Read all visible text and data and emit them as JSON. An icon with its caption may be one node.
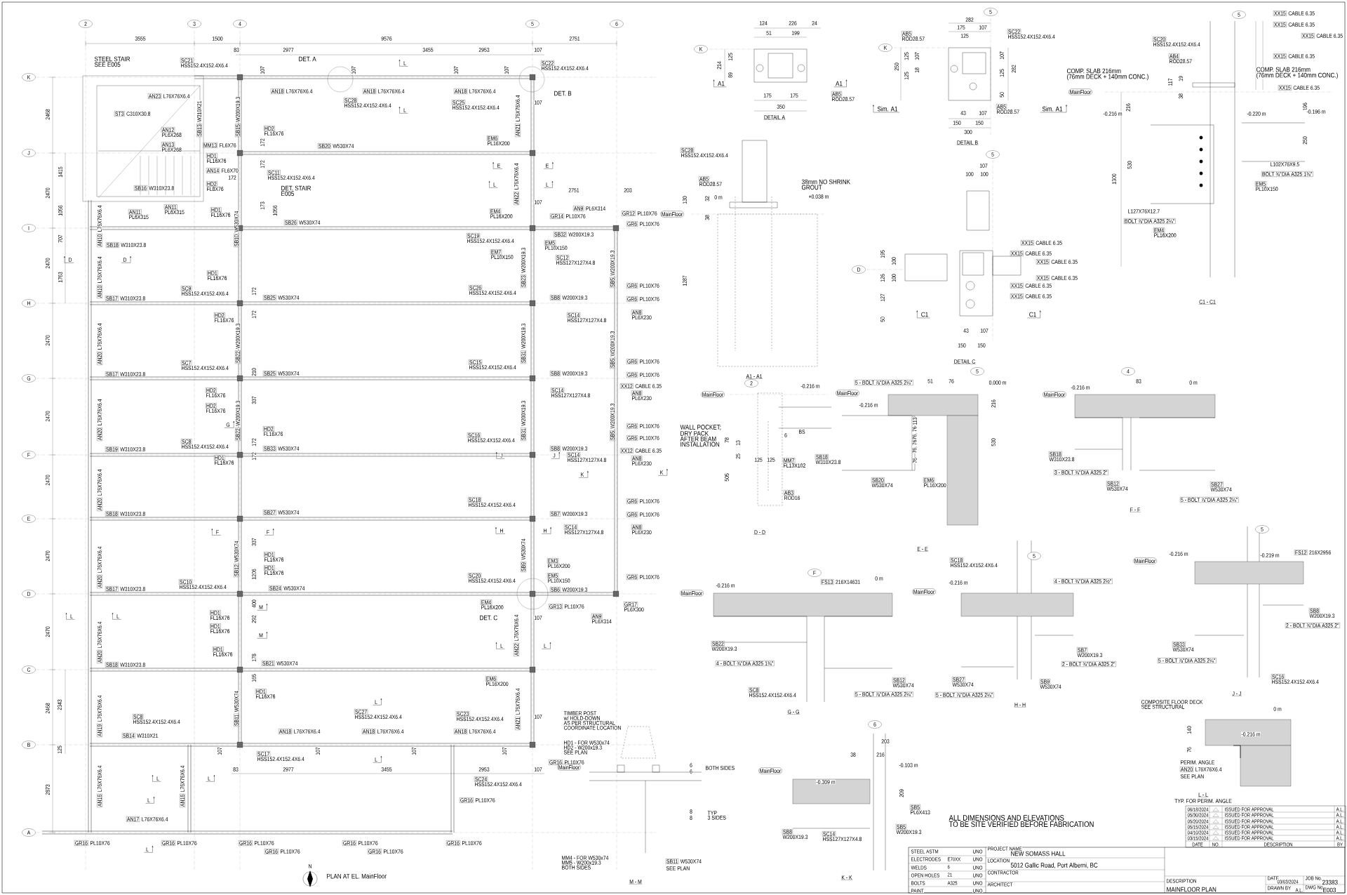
{
  "diagram": {
    "labels": [
      "2",
      "3",
      "4",
      "5",
      "6",
      "3555",
      "1500",
      "9576",
      "2751",
      "83",
      "2977",
      "3455",
      "2953",
      "107",
      "STEEL STAIR",
      "SEE E005",
      "SC21",
      "HSS152.4X152.4X6.4",
      "DET. A",
      "SC22",
      "HSS152.4X152.4X6.4",
      "L",
      "K",
      "107",
      "107",
      "107",
      "107",
      "AN18",
      "L76X76X6.4",
      "AN18",
      "L76X76X6.4",
      "AN18",
      "L76X76X6.4",
      "DET. B",
      "AN23",
      "L76X76X6.4",
      "SC28",
      "HSS152.4X152.4X6.4",
      "SC25",
      "HSS152.4X152.4X6.4",
      "107",
      "L",
      "2468",
      "ST3",
      "C310X30.8",
      "SB13",
      "W310X21",
      "SB15",
      "W200X19.3",
      "AN21",
      "L76X76X6.4",
      "HD2",
      "FL16X76",
      "AN12",
      "PL6X268",
      "EM6",
      "PL16X200",
      "172",
      "AN13",
      "PL6X268",
      "MM13",
      "FL6X76",
      "SB20",
      "W530X74",
      "J",
      "HD1",
      "FL16X76",
      "172",
      "E",
      "E",
      "AN14",
      "FL6X70",
      "1415",
      "172",
      "SC11",
      "HSS152.4X152.4X6.4",
      "HD2",
      "FL8X76",
      "L",
      "L",
      "SB16",
      "W310X23.8",
      "DET. STAIR",
      "E005",
      "2751",
      "203",
      "2470",
      "AN22",
      "L76X76X6.4",
      "107",
      "1056",
      "AN11",
      "PL6X315",
      "AN11",
      "PL6X315",
      "HD1",
      "FL16X76",
      "173",
      "1056",
      "EM4",
      "PL16X200",
      "GR14",
      "PL10X76",
      "AN9",
      "PL6X314",
      "GR12",
      "PL10X76",
      "SB26",
      "W530X74",
      "GR6",
      "PL10X76",
      "I",
      "AN10",
      "L76X76X6.4",
      "SB10",
      "W530X74",
      "707",
      "SC19",
      "HSS152.4X152.4X6.4",
      "SB32",
      "W200X19.3",
      "EM5",
      "PL10X150",
      "SB18",
      "W310X23.8",
      "EM7",
      "PL10X150",
      "SC12",
      "HSS127X127X4.8",
      "D",
      "D",
      "2470",
      "SB23",
      "W200X19.3",
      "SB5",
      "W200X19.3",
      "HD1",
      "FL16X76",
      "1763",
      "GR6",
      "PL10X76",
      "AN10",
      "L76X76X6.4",
      "SC26",
      "HSS152.4X152.4X6.4",
      "SC9",
      "HSS152.4X152.4X6.4",
      "172",
      "SB17",
      "W310X23.8",
      "SB25",
      "W530X74",
      "SB8",
      "W200X19.3",
      "GR6",
      "PL10X76",
      "H",
      "AN8",
      "PL6X230",
      "172",
      "SC14",
      "HSS127X127X4.8",
      "HD2",
      "FL16X76",
      "2470",
      "SB22",
      "W200X19.3",
      "SB31",
      "W200X19.3",
      "SB5",
      "W200X19.3",
      "AN20",
      "L76X76X6.4",
      "SC7",
      "HSS152.4X152.4X6.4",
      "SC15",
      "HSS152.4X152.4X6.4",
      "GR6",
      "PL10X76",
      "210",
      "SB17",
      "W310X23.8",
      "SB25",
      "W530X74",
      "SB8",
      "W200X19.3",
      "GR6",
      "PL10X76",
      "G",
      "XX12",
      "CABLE 6.35",
      "SC14",
      "HSS127X127X4.8",
      "HD2",
      "FL16X76",
      "AN8",
      "PL6X230",
      "337",
      "HD2",
      "FL16X76",
      "2470",
      "G",
      "HD2",
      "FL16X76",
      "SB22",
      "W200X19.3",
      "SB31",
      "W200X19.3",
      "SB5",
      "W200X19.3",
      "AN20",
      "L76X76X6.4",
      "GR6",
      "PL10X76",
      "SC8",
      "HSS152.4X152.4X6.4",
      "SC16",
      "HSS152.4X152.4X6.4",
      "172",
      "GR6",
      "PL10X76",
      "SB19",
      "W310X23.8",
      "SB33",
      "W530X74",
      "SB8",
      "W200X19.3",
      "XX12",
      "CABLE 6.35",
      "F",
      "AN8",
      "PL6X230",
      "HD1",
      "FL16X76",
      "172",
      "J",
      "J",
      "SC14",
      "HSS127X127X4.8",
      "K",
      "K",
      "2470",
      "AN20",
      "L76X76X6.4",
      "SC18",
      "HSS152.4X152.4X6.4",
      "GR6",
      "PL10X76",
      "SB18",
      "W310X23.8",
      "SB27",
      "W530X74",
      "SB7",
      "W200X19.3",
      "GR6",
      "PL10X76",
      "E",
      "F",
      "F",
      "H",
      "H",
      "SC14",
      "HSS127X127X4.8",
      "AN8",
      "PL6X230",
      "337",
      "SB12",
      "W530X74",
      "SB9",
      "W530X74",
      "HD1",
      "FL16X76",
      "2470",
      "EM3",
      "PL16X200",
      "HD1",
      "FL16X76",
      "GR6",
      "PL10X76",
      "1206",
      "EM5",
      "PL10X150",
      "SC20",
      "HSS152.4X152.4X6.4",
      "AN20",
      "L76X76X6.4",
      "SC10",
      "HSS152.4X152.4X6.4",
      "SB17",
      "W310X23.8",
      "SB24",
      "W530X74",
      "SB6",
      "W200X19.3",
      "D",
      "L",
      "L",
      "HD1",
      "FL16X76",
      "400",
      "M",
      "EM4",
      "PL16X200",
      "GR13",
      "PL10X76",
      "GR17",
      "PL6X300",
      "AN9",
      "PL6X314",
      "DET. C",
      "107",
      "292",
      "HD1",
      "FL16X76",
      "2470",
      "M",
      "AN22",
      "L76X76X6.4",
      "L",
      "L",
      "HD1",
      "FL16X76",
      "AN20",
      "L76X76X6.4",
      "178",
      "SB18",
      "W310X23.8",
      "SB21",
      "W530X74",
      "C",
      "165",
      "EM6",
      "PL16X200",
      "HD1",
      "FL16X76",
      "L",
      "2468",
      "2343",
      "SC27",
      "HSS152.4X152.4X6.4",
      "SC23",
      "HSS152.4X152.4X6.4",
      "SB11",
      "W530X74",
      "AN21",
      "L76X76X6.4",
      "AN19",
      "L76X76X6.4",
      "SC8",
      "HSS152.4X152.4X6.4",
      "107",
      "AN18",
      "L76X76X6.4",
      "AN18",
      "L76X76X6.4",
      "AN18",
      "L76X76X6.4",
      "SB14",
      "W310X21",
      "B",
      "125",
      "107",
      "107",
      "107",
      "107",
      "SC17",
      "HSS152.4X152.4X6.4",
      "SC24",
      "HSS152.4X152.4X6.4",
      "GR16",
      "PL10X76",
      "83",
      "2977",
      "3455",
      "2953",
      "107",
      "L",
      "L",
      "L",
      "2873",
      "AN16",
      "L76X76X6.4",
      "AN16",
      "L76X76X6.4",
      "L",
      "GR16",
      "PL10X76",
      "AN17",
      "L76X76X6.4",
      "A",
      "GR16",
      "PL10X76",
      "GR16",
      "PL10X76",
      "GR16",
      "PL10X76",
      "GR16",
      "PL10X76",
      "GR16",
      "PL10X76",
      "GR16",
      "PL10X76",
      "GR16",
      "PL10X76",
      "L",
      "N",
      "PLAN AT EL. MainFloor",
      "124",
      "226",
      "24",
      "51",
      "199",
      "K",
      "125",
      "214",
      "89",
      "A1",
      "A1",
      "AB5",
      "ROD28.57",
      "175",
      "175",
      "350",
      "DETAIL A",
      "5",
      "282",
      "175",
      "107",
      "125",
      "AB5",
      "ROD28.57",
      "SC22",
      "HSS152.4X152.4X6.4",
      "K",
      "125",
      "107",
      "107",
      "250",
      "282",
      "18",
      "125",
      "125",
      "50",
      "AB5",
      "ROD28.57",
      "Sim. A1",
      "Sim. A1",
      "43",
      "107",
      "150",
      "150",
      "300",
      "DETAIL B",
      "SC28",
      "HSS152.4X152.4X6.4",
      "AB5",
      "ROD28.57",
      "38mm NO SHRINK",
      "GROUT",
      "0 m",
      "+0.038 m",
      "32",
      "130",
      "MainFloor",
      "38",
      "1287",
      "A1 - A1",
      "5",
      "107",
      "100",
      "100",
      "XX15",
      "CABLE 6.35",
      "XX15",
      "CABLE 6.35",
      "XX15",
      "CABLE 6.35",
      "XX15",
      "CABLE 6.35",
      "XX15",
      "CABLE 6.35",
      "XX15",
      "CABLE 6.35",
      "D",
      "195",
      "100",
      "126",
      "100",
      "127",
      "50",
      "C1",
      "C1",
      "43",
      "107",
      "150",
      "150",
      "DETAIL C",
      "5",
      "XX15",
      "CABLE 6.35",
      "XX15",
      "CABLE 6.35",
      "XX15",
      "CABLE 6.35",
      "XX15",
      "CABLE 6.35",
      "SC20",
      "HSS152.4X152.4X6.4",
      "AB4",
      "ROD28.57",
      "COMP. SLAB 216mm",
      "(76mm DECK + 140mm CONC.)",
      "COMP. SLAB 216mm",
      "(76mm DECK + 140mm CONC.)",
      "XX15",
      "CABLE 6.35",
      "MainFloor",
      "117",
      "19",
      "38",
      "196",
      "-0.216 m",
      "216",
      "-0.220 m",
      "-0.196 m",
      "250",
      "530",
      "1300",
      "L102X76X9.5",
      "BOLT ¾\"DIA A325 1¾\"",
      "EM5",
      "PL10X150",
      "L127X76X12.7",
      "BOLT ⅞\"DIA A325 2¼\"",
      "EM4",
      "PL16X200",
      "C1 - C1",
      "2",
      "-0.216 m",
      "MainFloor",
      "WALL POCKET;",
      "DRY PACK",
      "AFTER BEAM",
      "INSTALLATION",
      "6",
      "BS",
      "78",
      "13",
      "25",
      "125",
      "125",
      "MM7",
      "FL13X102",
      "SB18",
      "W310X23.8",
      "505",
      "AB3",
      "ROD16",
      "D - D",
      "5 - BOLT ⅞\"DIA A325 2¼\"",
      "51",
      "76",
      "5",
      "0.000 m",
      "MainFloor",
      "-0.216 m",
      "216",
      "113",
      "76, 76",
      "76, 76",
      "76",
      "530",
      "SB20",
      "W530X74",
      "EM6",
      "PL16X200",
      "E - E",
      "4",
      "83",
      "-0.216 m",
      "0 m",
      "MainFloor",
      "SB18",
      "W310X23.8",
      "3 - BOLT ¾\"DIA A325 2\"",
      "SB12",
      "W530X74",
      "SB27",
      "W530X74",
      "5 - BOLT ⅞\"DIA A325 2¼\"",
      "F - F",
      "F",
      "FS13",
      "216X14631",
      "0 m",
      "-0.216 m",
      "MainFloor",
      "SB22",
      "W200X19.3",
      "4 - BOLT ¾\"DIA A325 1¾\"",
      "SB12",
      "W530X74",
      "SC8",
      "HSS152.4X152.4X6.4",
      "5 - BOLT ⅞\"DIA A325 2¼\"",
      "G - G",
      "SC18",
      "HSS152.4X152.4X6.4",
      "5",
      "-0.216 m",
      "4 - BOLT ¾\"DIA A325 2½\"",
      "MainFloor",
      "SB7",
      "W200X19.3",
      "2 - BOLT ¾\"DIA A325 2\"",
      "SB27",
      "W530X74",
      "SB9",
      "W530X74",
      "5 - BOLT ⅞\"DIA A325 2¼\"",
      "H - H",
      "5",
      "-0.216 m",
      "-0.219 m",
      "FS12",
      "216X2956",
      "MainFloor",
      "SB8",
      "W200X19.3",
      "2 - BOLT ¾\"DIA A325 2\"",
      "SB33",
      "W530X74",
      "5 - BOLT ⅞\"DIA A325 2¼\"",
      "SC16",
      "HSS152.4X152.4X6.4",
      "J - J",
      "COMPOSITE FLOOR DECK",
      "SEE STRUCTURAL",
      "0 m",
      "140",
      "-0.216 m",
      "76",
      "PERIM. ANGLE",
      "AN20",
      "L76X76X6.4",
      "SEE PLAN",
      "L - L",
      "TYP. FOR PERIM. ANGLE",
      "6",
      "203",
      "38",
      "216",
      "-0.103 m",
      "MainFloor",
      "-0.309 m",
      "209",
      "SB5",
      "PL6X413",
      "SB8",
      "W200X19.3",
      "SC14",
      "HSS127X127X4.8",
      "SB5",
      "W200X19.3",
      "K - K",
      "TIMBER POST",
      "w/ HOLD-DOWN",
      "AS PER STRUCTURAL",
      "COORDINATE LOCATION",
      "HD1 - FOR W530x74",
      "HD2 - W200x19.3",
      "SEE PLAN",
      "MainFloor",
      "6",
      "6",
      "BOTH SIDES",
      "8",
      "8",
      "TYP",
      "3 SIDES",
      "SB11",
      "W530X74",
      "SEE PLAN",
      "MM4 - FOR W530x74",
      "MM5 - W200x19.3",
      "BOTH SIDES",
      "M - M",
      "ALL DIMENSIONS AND ELEVATIONS",
      "TO BE SITE VERIFIED BEFORE FABRICATION",
      "06/18/2024",
      "ISSUED FOR APPROVAL",
      "A.L.",
      "05/30/2024",
      "ISSUED FOR APPROVAL",
      "A.L.",
      "05/20/2024",
      "ISSUED FOR APPROVAL",
      "A.L.",
      "05/15/2024",
      "ISSUED FOR APPROVAL",
      "A.L.",
      "04/10/2024",
      "ISSUED FOR APPROVAL",
      "A.L.",
      "03/15/2024",
      "ISSUED FOR APPROVAL",
      "A.L.",
      "DATE",
      "NO.",
      "DESCRIPTION",
      "BY",
      "STEEL ASTM",
      "UNO",
      "ELECTRODES",
      "E70XX",
      "UNO",
      "WELDS",
      "6",
      "UNO",
      "OPEN HOLES",
      "21",
      "UNO",
      "BOLTS",
      "A325",
      "UNO",
      "PAINT",
      "UNO",
      "PROJECT NAME",
      "NEW SOMASS HALL",
      "LOCATION",
      "5012 Gallic Road, Port Alberni, BC",
      "CONTRACTOR",
      "ARCHITECT",
      "DESCRIPTION",
      "MAINFLOOR PLAN",
      "DATE",
      "03/03/2024",
      "JOB No.",
      "23383",
      "DRAWN BY",
      "A.L.",
      "DWG No.",
      "E003"
    ]
  }
}
